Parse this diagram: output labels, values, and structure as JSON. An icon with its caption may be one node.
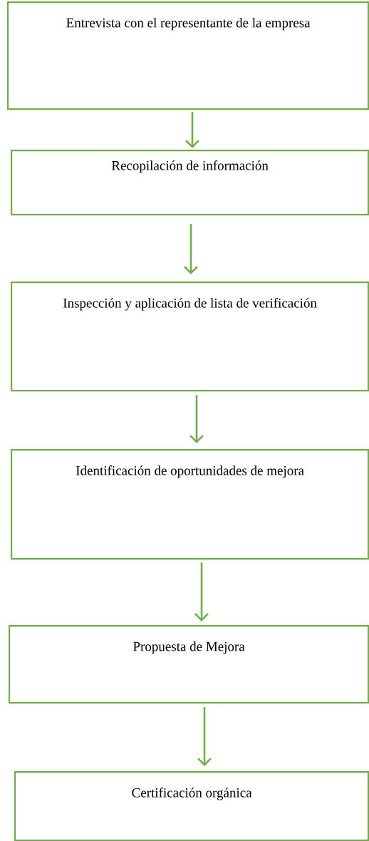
{
  "diagram": {
    "nodes": [
      {
        "text": [
          "Entrevista con el representante de la empresa"
        ]
      },
      {
        "text": [
          "Recopilación de información"
        ]
      },
      {
        "text": [
          "Inspección y aplicación de lista de verificación"
        ]
      },
      {
        "text": [
          "Identificación de oportunidades de mejora"
        ]
      },
      {
        "text": [
          "Propuesta de Mejora"
        ]
      },
      {
        "text": [
          "Certificación orgánica"
        ]
      }
    ],
    "edges": [
      {
        "from": 0,
        "to": 1,
        "arrow": "to"
      },
      {
        "from": 1,
        "to": 2,
        "arrow": "to"
      },
      {
        "from": 2,
        "to": 3,
        "arrow": "to"
      },
      {
        "from": 3,
        "to": 4,
        "arrow": "to"
      },
      {
        "from": 4,
        "to": 5,
        "arrow": "to"
      }
    ]
  }
}
